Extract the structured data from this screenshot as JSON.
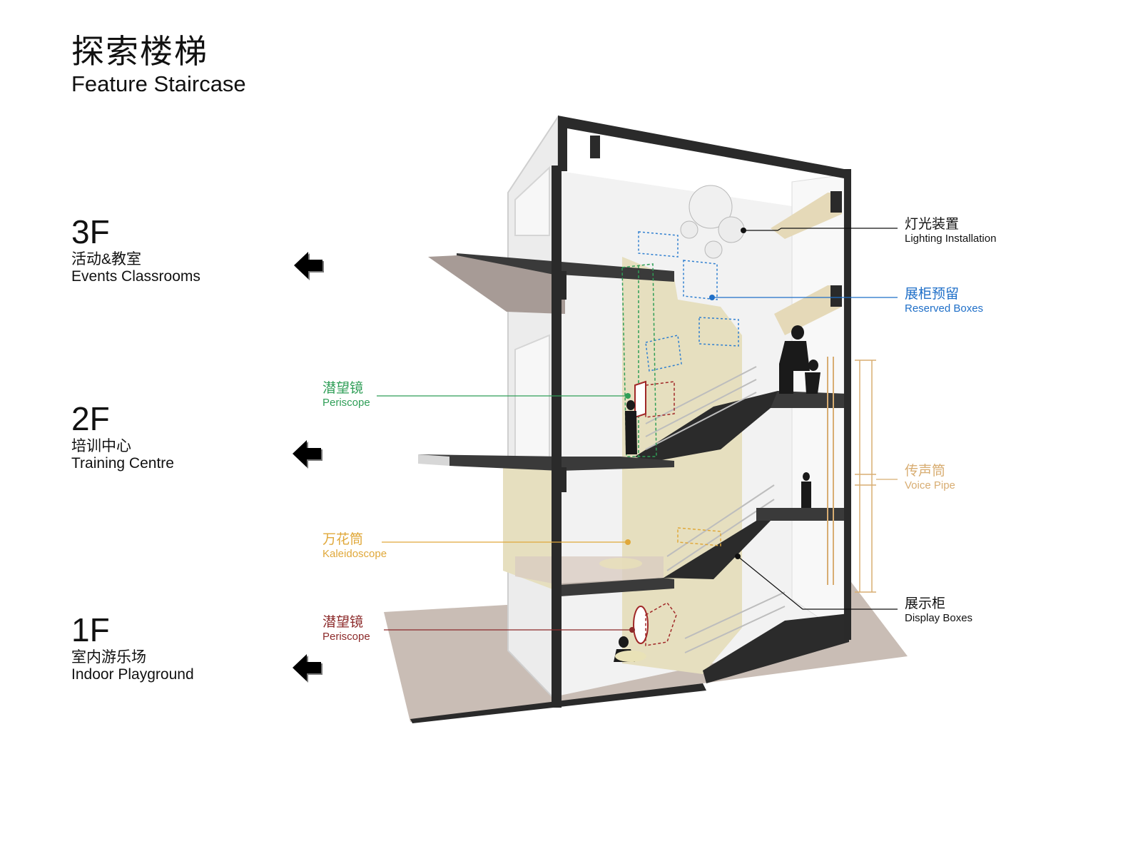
{
  "title": {
    "cn": "探索楼梯",
    "en": "Feature Staircase"
  },
  "floors": [
    {
      "num": "3F",
      "cn": "活动&教室",
      "en": "Events Classrooms"
    },
    {
      "num": "2F",
      "cn": "培训中心",
      "en": "Training Centre"
    },
    {
      "num": "1F",
      "cn": "室内游乐场",
      "en": "Indoor Playground"
    }
  ],
  "callouts": {
    "lighting": {
      "cn": "灯光装置",
      "en": "Lighting Installation",
      "color": "#111111"
    },
    "reserved": {
      "cn": "展柜预留",
      "en": "Reserved Boxes",
      "color": "#1f6fc8"
    },
    "periscope_upper": {
      "cn": "潜望镜",
      "en": "Periscope",
      "color": "#2f9e57"
    },
    "voice_pipe": {
      "cn": "传声筒",
      "en": "Voice Pipe",
      "color": "#d8ad72"
    },
    "kaleidoscope": {
      "cn": "万花筒",
      "en": "Kaleidoscope",
      "color": "#e0a83a"
    },
    "display": {
      "cn": "展示柜",
      "en": "Display Boxes",
      "color": "#111111"
    },
    "periscope_lower": {
      "cn": "潜望镜",
      "en": "Periscope",
      "color": "#8c2a2a"
    }
  },
  "icons": {
    "floor_arrow": "arrow-left-icon"
  }
}
